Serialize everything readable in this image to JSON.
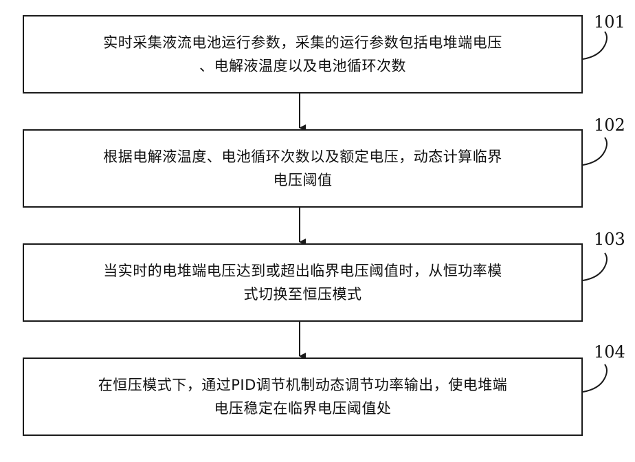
{
  "steps": [
    {
      "number": "101",
      "line1": "实时采集液流电池运行参数，采集的运行参数包括电堆端电压",
      "line2": "、电解液温度以及电池循环次数"
    },
    {
      "number": "102",
      "line1": "根据电解液温度、电池循环次数以及额定电压，动态计算临界",
      "line2": "电压阈值"
    },
    {
      "number": "103",
      "line1": "当实时的电堆端电压达到或超出临界电压阈值时，从恒功率模",
      "line2": "式切换至恒压模式"
    },
    {
      "number": "104",
      "line1": "在恒压模式下，通过PID调节机制动态调节功率输出，使电堆端",
      "line2": "电压稳定在临界电压阈值处"
    }
  ]
}
